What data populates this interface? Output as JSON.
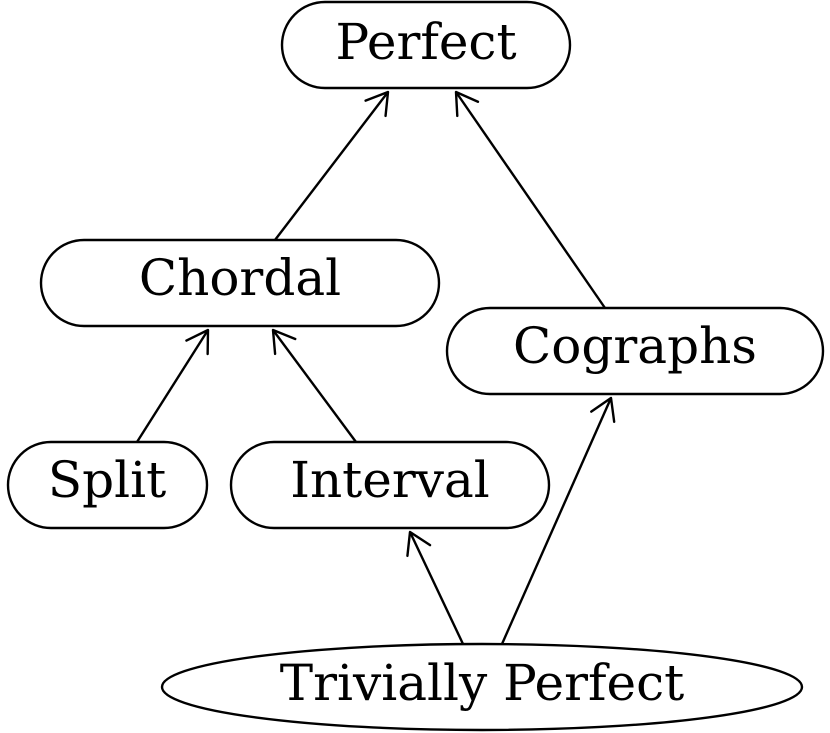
{
  "diagram": {
    "nodes": [
      {
        "id": "perfect",
        "label": "Perfect"
      },
      {
        "id": "chordal",
        "label": "Chordal"
      },
      {
        "id": "cographs",
        "label": "Cographs"
      },
      {
        "id": "split",
        "label": "Split"
      },
      {
        "id": "interval",
        "label": "Interval"
      },
      {
        "id": "trivially_perfect",
        "label": "Trivially Perfect"
      }
    ],
    "edges": [
      {
        "from": "chordal",
        "to": "perfect"
      },
      {
        "from": "cographs",
        "to": "perfect"
      },
      {
        "from": "split",
        "to": "chordal"
      },
      {
        "from": "interval",
        "to": "chordal"
      },
      {
        "from": "trivially_perfect",
        "to": "interval"
      },
      {
        "from": "trivially_perfect",
        "to": "cographs"
      }
    ]
  }
}
